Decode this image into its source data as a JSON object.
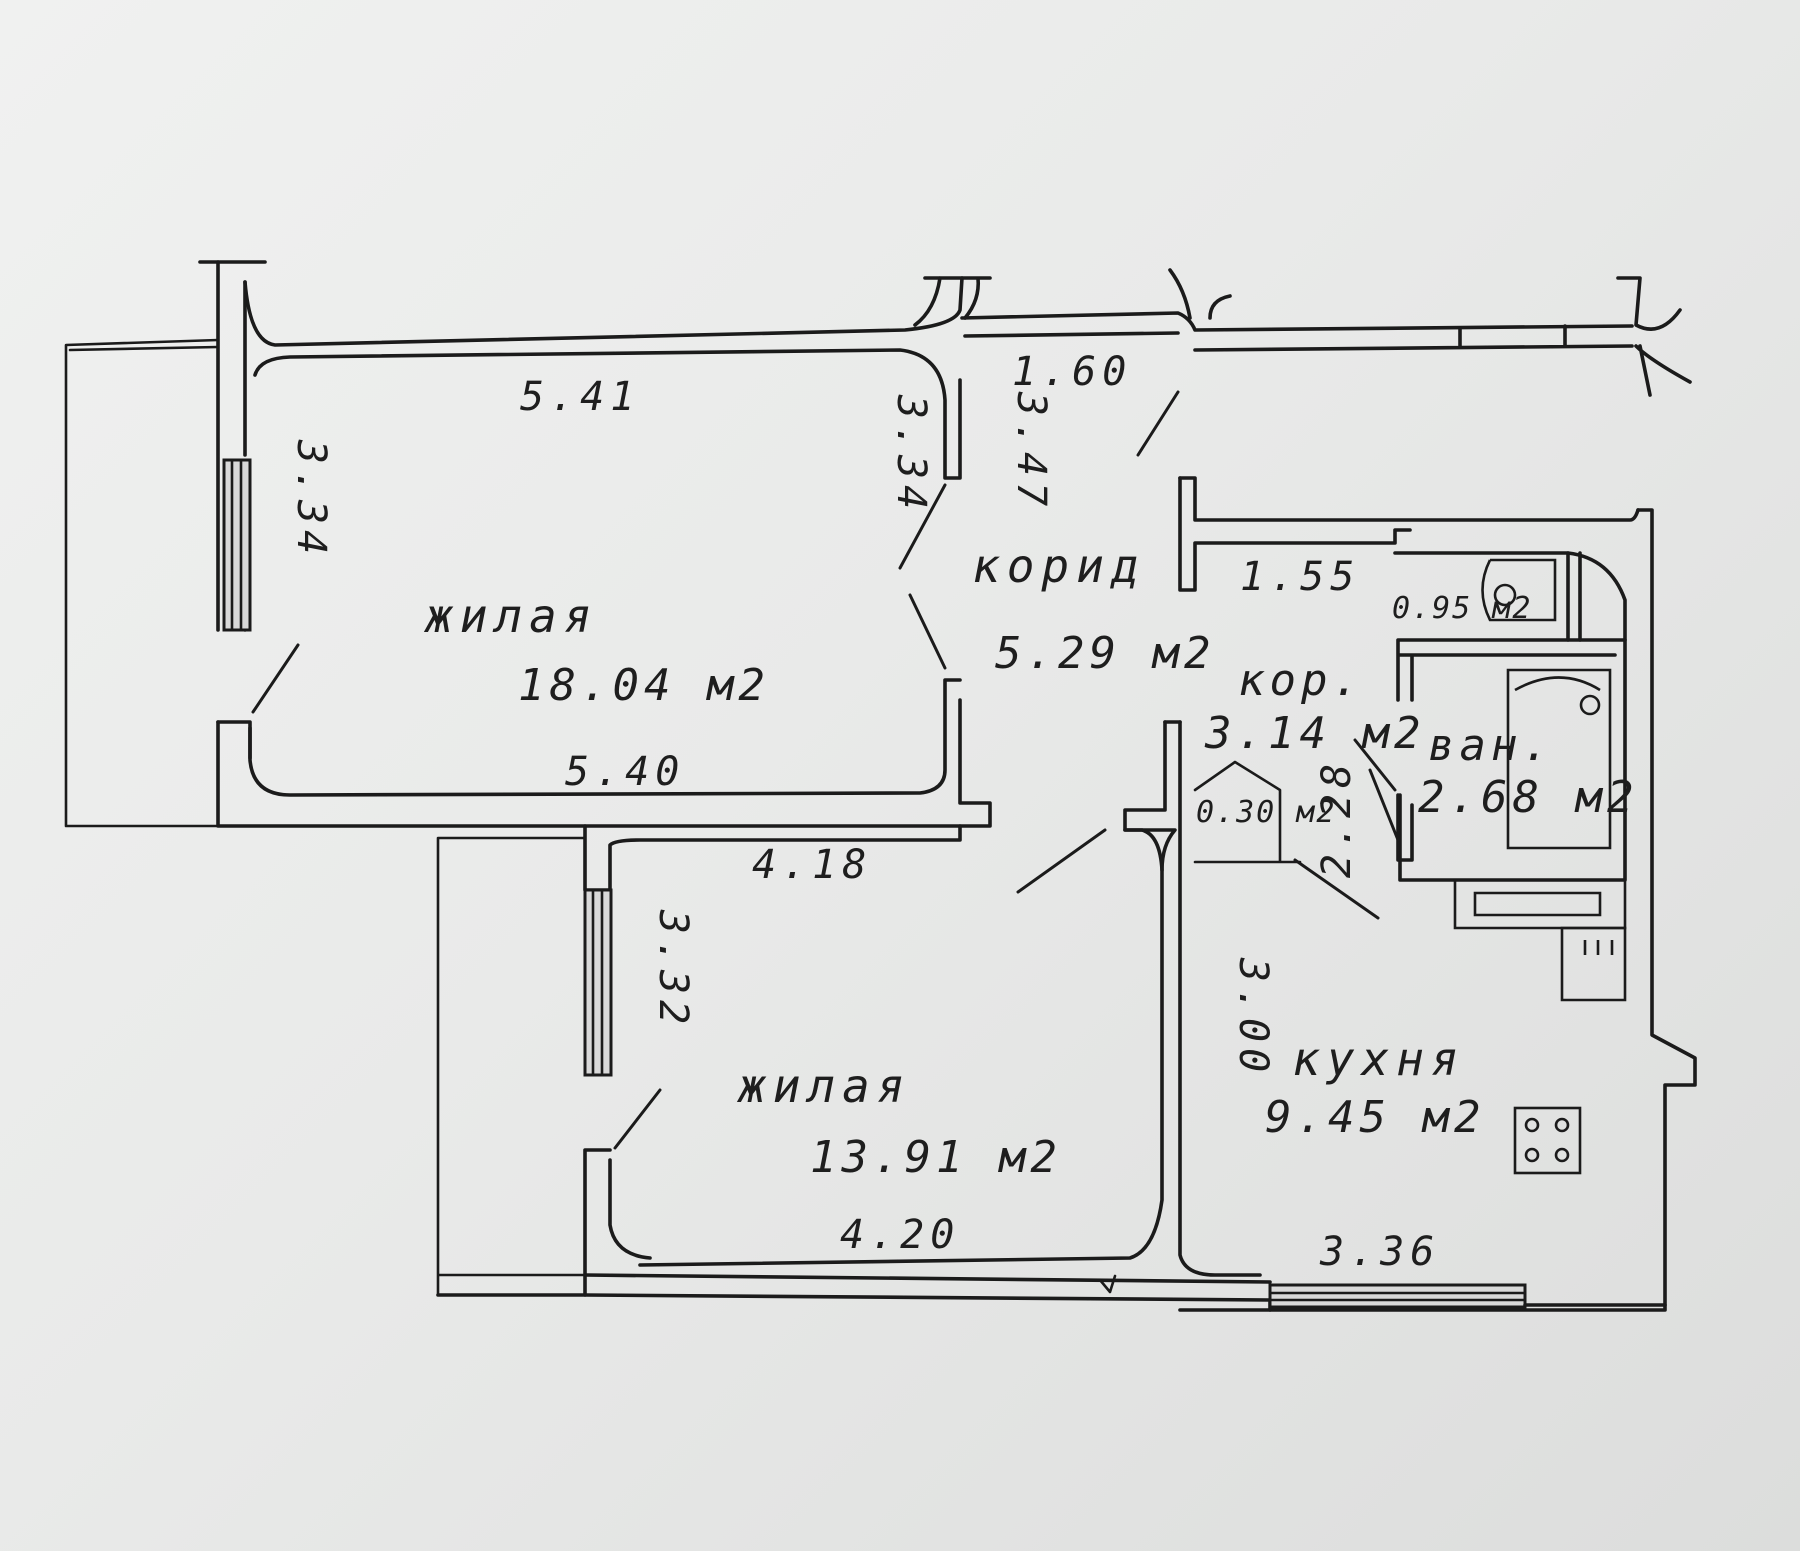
{
  "plan": {
    "living_room_1": {
      "name": "жилая",
      "area": "18.04 м2",
      "top_width": "5.41",
      "bottom_width": "5.40",
      "left_depth": "3.34",
      "right_depth": "3.34"
    },
    "living_room_2": {
      "name": "жилая",
      "area": "13.91 м2",
      "top_width": "4.18",
      "bottom_width": "4.20",
      "depth": "3.32"
    },
    "corridor": {
      "name": "корид",
      "area": "5.29 м2",
      "top_width": "1.60",
      "depth": "3.47",
      "lower_width": "1.55"
    },
    "corridor_2": {
      "name": "кор.",
      "area": "3.14 м2",
      "depth": "2.28"
    },
    "bathroom": {
      "name": "ван.",
      "area": "2.68 м2"
    },
    "toilet": {
      "area": "0.95 м2"
    },
    "closet": {
      "area": "0.30 м2"
    },
    "kitchen": {
      "name": "кухня",
      "area": "9.45 м2",
      "width": "3.36",
      "depth": "3.00"
    }
  }
}
